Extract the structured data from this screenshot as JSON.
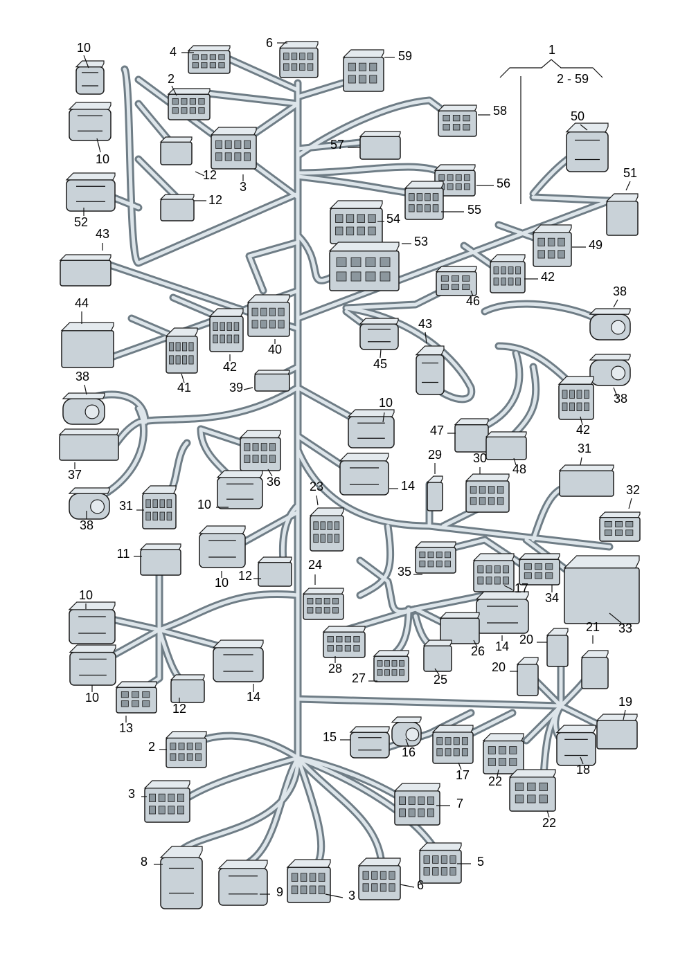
{
  "assembly": {
    "number": "1",
    "range": "2 - 59"
  },
  "colors": {
    "wire": "#6f7d86",
    "wire_highlight": "#dde5ea",
    "connector_fill": "#c9d2d8",
    "outline": "#1a1a1a"
  },
  "parts": [
    {
      "id": "p10a",
      "num": "10"
    },
    {
      "id": "p10b",
      "num": "10"
    },
    {
      "id": "p4",
      "num": "4"
    },
    {
      "id": "p2a",
      "num": "2"
    },
    {
      "id": "p6a",
      "num": "6"
    },
    {
      "id": "p59",
      "num": "59"
    },
    {
      "id": "p3a",
      "num": "3"
    },
    {
      "id": "p12a",
      "num": "12"
    },
    {
      "id": "p12b",
      "num": "12"
    },
    {
      "id": "p58",
      "num": "58"
    },
    {
      "id": "p57",
      "num": "57"
    },
    {
      "id": "p50",
      "num": "50"
    },
    {
      "id": "p56",
      "num": "56"
    },
    {
      "id": "p51",
      "num": "51"
    },
    {
      "id": "p55",
      "num": "55"
    },
    {
      "id": "p52",
      "num": "52"
    },
    {
      "id": "p54",
      "num": "54"
    },
    {
      "id": "p53",
      "num": "53"
    },
    {
      "id": "p49",
      "num": "49"
    },
    {
      "id": "p43a",
      "num": "43"
    },
    {
      "id": "p42a",
      "num": "42"
    },
    {
      "id": "p46",
      "num": "46"
    },
    {
      "id": "p44",
      "num": "44"
    },
    {
      "id": "p38a",
      "num": "38"
    },
    {
      "id": "p40",
      "num": "40"
    },
    {
      "id": "p42b",
      "num": "42"
    },
    {
      "id": "p45",
      "num": "45"
    },
    {
      "id": "p43b",
      "num": "43"
    },
    {
      "id": "p38b",
      "num": "38"
    },
    {
      "id": "p41",
      "num": "41"
    },
    {
      "id": "p39",
      "num": "39"
    },
    {
      "id": "p38c",
      "num": "38"
    },
    {
      "id": "p10c",
      "num": "10"
    },
    {
      "id": "p42c",
      "num": "42"
    },
    {
      "id": "p47",
      "num": "47"
    },
    {
      "id": "p37",
      "num": "37"
    },
    {
      "id": "p36",
      "num": "36"
    },
    {
      "id": "p29",
      "num": "29"
    },
    {
      "id": "p30",
      "num": "30"
    },
    {
      "id": "p31a",
      "num": "31"
    },
    {
      "id": "p48",
      "num": "48"
    },
    {
      "id": "p14a",
      "num": "14"
    },
    {
      "id": "p10d",
      "num": "10"
    },
    {
      "id": "p31b",
      "num": "31"
    },
    {
      "id": "p23",
      "num": "23"
    },
    {
      "id": "p32",
      "num": "32"
    },
    {
      "id": "p38d",
      "num": "38"
    },
    {
      "id": "p11",
      "num": "11"
    },
    {
      "id": "p35",
      "num": "35"
    },
    {
      "id": "p24",
      "num": "24"
    },
    {
      "id": "p17a",
      "num": "17"
    },
    {
      "id": "p12c",
      "num": "12"
    },
    {
      "id": "p10e",
      "num": "10"
    },
    {
      "id": "p34",
      "num": "34"
    },
    {
      "id": "p10f",
      "num": "10"
    },
    {
      "id": "p33",
      "num": "33"
    },
    {
      "id": "p21",
      "num": "21"
    },
    {
      "id": "p14b",
      "num": "14"
    },
    {
      "id": "p26",
      "num": "26"
    },
    {
      "id": "p20a",
      "num": "20"
    },
    {
      "id": "p28",
      "num": "28"
    },
    {
      "id": "p20b",
      "num": "20"
    },
    {
      "id": "p27",
      "num": "27"
    },
    {
      "id": "p25",
      "num": "25"
    },
    {
      "id": "p10g",
      "num": "10"
    },
    {
      "id": "p14c",
      "num": "14"
    },
    {
      "id": "p12d",
      "num": "12"
    },
    {
      "id": "p19",
      "num": "19"
    },
    {
      "id": "p13",
      "num": "13"
    },
    {
      "id": "p15",
      "num": "15"
    },
    {
      "id": "p16",
      "num": "16"
    },
    {
      "id": "p2b",
      "num": "2"
    },
    {
      "id": "p18",
      "num": "18"
    },
    {
      "id": "p17b",
      "num": "17"
    },
    {
      "id": "p22a",
      "num": "22"
    },
    {
      "id": "p3b",
      "num": "3"
    },
    {
      "id": "p7",
      "num": "7"
    },
    {
      "id": "p22b",
      "num": "22"
    },
    {
      "id": "p5",
      "num": "5"
    },
    {
      "id": "p8",
      "num": "8"
    },
    {
      "id": "p6b",
      "num": "6"
    },
    {
      "id": "p9",
      "num": "9"
    },
    {
      "id": "p3c",
      "num": "3"
    }
  ]
}
